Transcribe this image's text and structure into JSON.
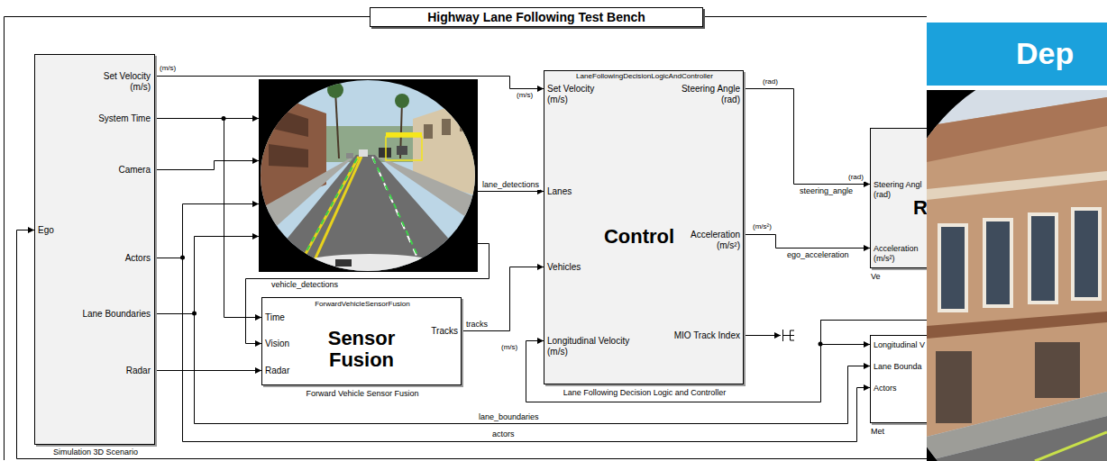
{
  "diagram": {
    "title": "Highway Lane Following Test Bench",
    "nodes": [
      {
        "text": [
          "Ego",
          "Set Velocity (m/s)",
          "System Time",
          "Camera",
          "Actors",
          "Lane Boundaries",
          "Radar",
          "Simulation 3D Scenario"
        ]
      },
      {
        "text": [
          "ForwardVehicleSensorFusion",
          "Sensor Fusion",
          "Time",
          "Vision",
          "Radar",
          "Tracks",
          "Forward Vehicle Sensor Fusion"
        ]
      },
      {
        "text": [
          "LaneFollowingDecisionLogicAndController",
          "Set Velocity (m/s)",
          "Lanes",
          "Vehicles",
          "Longitudinal Velocity (m/s)",
          "Control",
          "Steering Angle (rad)",
          "Acceleration (m/s²)",
          "MIO Track Index",
          "Lane Following Decision Logic and Controller"
        ]
      },
      {
        "text": [
          "Steering Angl (rad)",
          "Acceleration (m/s²)",
          "R",
          "Ve"
        ]
      },
      {
        "text": [
          "Longitudinal V",
          "Lane Bounda",
          "Actors",
          "Met"
        ]
      },
      {
        "text": [
          "Dep"
        ]
      }
    ],
    "edges": [
      {
        "from": 0,
        "to": 2,
        "label": "(m/s)",
        "arrow": "to"
      },
      {
        "from": 0,
        "to": 1,
        "arrow": "to"
      },
      {
        "from": 0,
        "to": 1,
        "arrow": "to"
      },
      {
        "from": 1,
        "to": 2,
        "label": "tracks",
        "arrow": "to"
      },
      {
        "from": 2,
        "to": 3,
        "label": "steering_angle",
        "arrow": "to"
      },
      {
        "from": 2,
        "to": 3,
        "label": "ego_acceleration",
        "arrow": "to"
      },
      {
        "from": 3,
        "to": 0,
        "arrow": "to"
      },
      {
        "from": 3,
        "to": 2,
        "label": "(m/s)",
        "arrow": "to"
      },
      {
        "from": 3,
        "to": 4,
        "arrow": "to"
      },
      {
        "from": 0,
        "to": 4,
        "label": "lane_boundaries",
        "arrow": "to"
      },
      {
        "from": 0,
        "to": 4,
        "label": "actors",
        "arrow": "to"
      }
    ],
    "labels": [
      "(m/s)",
      "(rad)",
      "(m/s²)",
      "(rad)",
      "lane_detections",
      "vehicle_detections"
    ]
  }
}
